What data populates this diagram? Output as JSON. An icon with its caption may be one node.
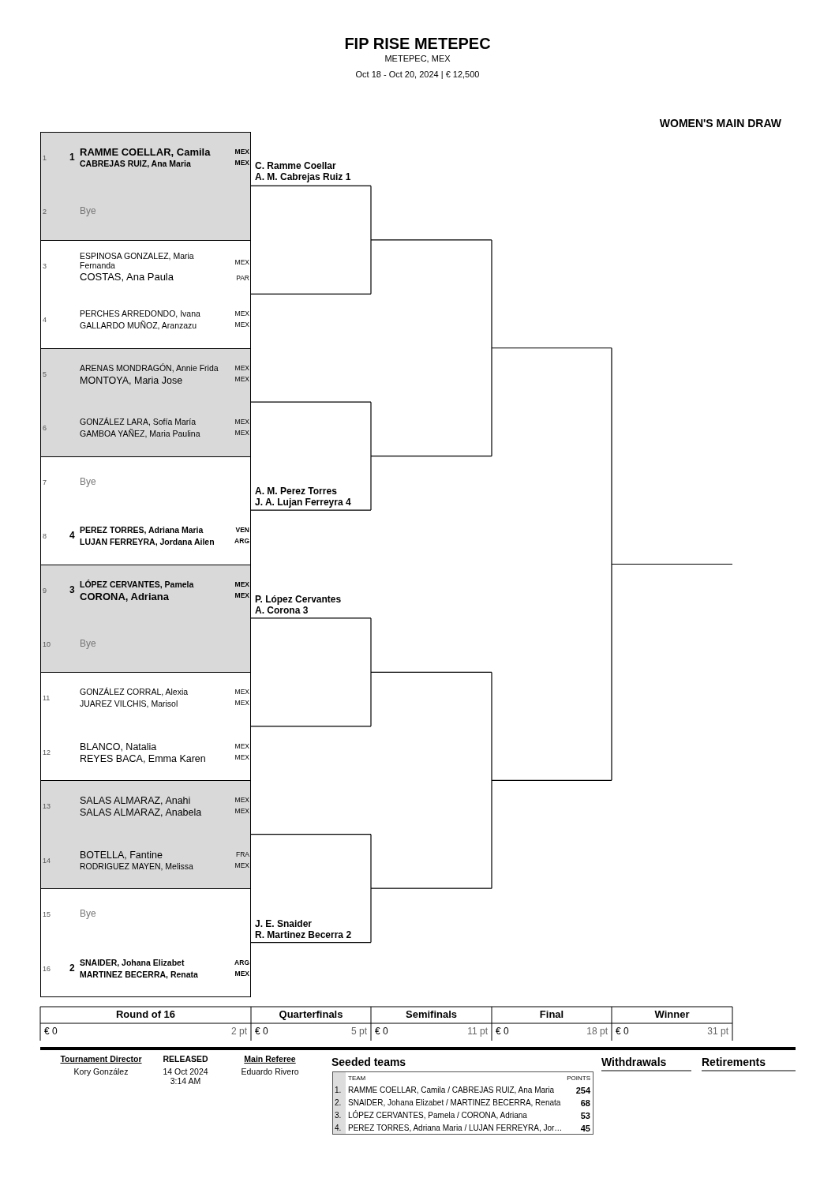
{
  "diagram": {
    "title": "FIP RISE METEPEC",
    "labels": [
      "METEPEC, MEX",
      "Oct 18 - Oct 20, 2024 | € 12,500",
      "WOMEN'S MAIN DRAW",
      "1",
      "1",
      "RAMME COELLAR, Camila",
      "MEX",
      "CABREJAS RUIZ, Ana Maria",
      "MEX",
      "C. Ramme Coellar",
      "A. M. Cabrejas Ruiz 1",
      "2",
      "Bye",
      "3",
      "ESPINOSA GONZALEZ, Maria Fernanda",
      "MEX",
      "COSTAS, Ana Paula",
      "PAR",
      "4",
      "PERCHES ARREDONDO, Ivana",
      "MEX",
      "GALLARDO MUÑOZ, Aranzazu",
      "MEX",
      "5",
      "ARENAS MONDRAGÓN, Annie Frida",
      "MEX",
      "MONTOYA, Maria Jose",
      "MEX",
      "6",
      "GONZÁLEZ LARA, Sofía María",
      "MEX",
      "GAMBOA YAÑEZ, Maria Paulina",
      "MEX",
      "7",
      "Bye",
      "A. M. Perez Torres",
      "J. A. Lujan Ferreyra 4",
      "8",
      "4",
      "PEREZ TORRES, Adriana Maria",
      "VEN",
      "LUJAN FERREYRA, Jordana Ailen",
      "ARG",
      "9",
      "3",
      "LÓPEZ CERVANTES, Pamela",
      "MEX",
      "CORONA, Adriana",
      "MEX",
      "P. López Cervantes",
      "A. Corona 3",
      "10",
      "Bye",
      "11",
      "GONZÁLEZ CORRAL, Alexia",
      "MEX",
      "JUAREZ VILCHIS, Marisol",
      "MEX",
      "12",
      "BLANCO, Natalia",
      "MEX",
      "REYES BACA, Emma Karen",
      "MEX",
      "13",
      "SALAS ALMARAZ, Anahi",
      "MEX",
      "SALAS ALMARAZ, Anabela",
      "MEX",
      "14",
      "BOTELLA, Fantine",
      "FRA",
      "RODRIGUEZ MAYEN, Melissa",
      "MEX",
      "15",
      "Bye",
      "J. E. Snaider",
      "R. Martinez Becerra 2",
      "16",
      "2",
      "SNAIDER, Johana Elizabet",
      "ARG",
      "MARTINEZ BECERRA, Renata",
      "MEX",
      "Round of 16",
      "Quarterfinals",
      "Semifinals",
      "Final",
      "Winner",
      "€ 0",
      "2 pt",
      "€ 0",
      "5 pt",
      "€ 0",
      "11 pt",
      "€ 0",
      "18 pt",
      "€ 0",
      "31 pt",
      "Tournament Director",
      "RELEASED",
      "Main Referee",
      "Seeded teams",
      "Withdrawals",
      "Retirements",
      "Kory González",
      "14 Oct 2024 3:14 AM",
      "Eduardo Rivero",
      "TEAM",
      "POINTS",
      "1.",
      "RAMME COELLAR, Camila / CABREJAS RUIZ, Ana Maria",
      "254",
      "2.",
      "SNAIDER, Johana Elizabet / MARTINEZ BECERRA, Renata",
      "68",
      "3.",
      "LÓPEZ CERVANTES, Pamela / CORONA, Adriana",
      "53",
      "4.",
      "PEREZ TORRES, Adriana Maria / LUJAN FERREYRA, Jor…",
      "45"
    ]
  }
}
